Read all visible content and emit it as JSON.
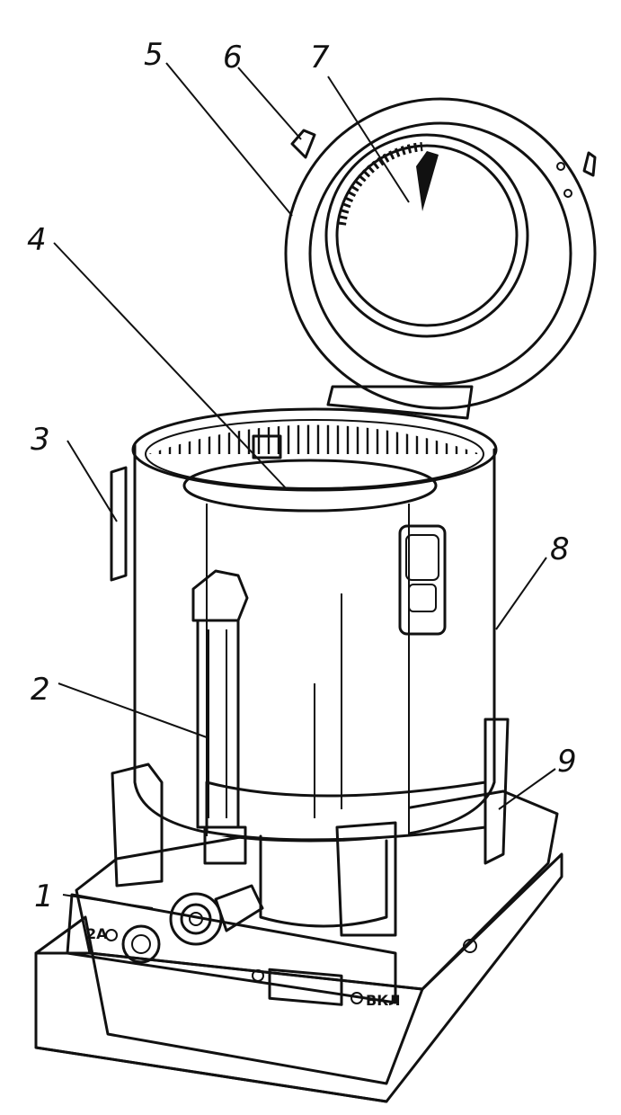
{
  "callouts": {
    "c1": "1",
    "c2": "2",
    "c3": "3",
    "c4": "4",
    "c5": "5",
    "c6": "6",
    "c7": "7",
    "c8": "8",
    "c9": "9"
  },
  "panel": {
    "knob_label": "2A",
    "switch_label": "ВКЛ"
  }
}
